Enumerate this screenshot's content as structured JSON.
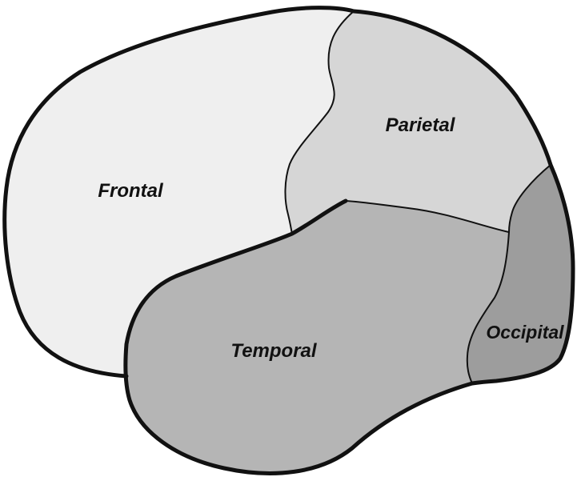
{
  "diagram": {
    "lobes": [
      {
        "id": "frontal",
        "label": "Frontal",
        "fill": "#efefef"
      },
      {
        "id": "parietal",
        "label": "Parietal",
        "fill": "#d6d6d6"
      },
      {
        "id": "temporal",
        "label": "Temporal",
        "fill": "#b5b5b5"
      },
      {
        "id": "occipital",
        "label": "Occipital",
        "fill": "#9d9d9d"
      }
    ],
    "outline_color": "#111111"
  }
}
